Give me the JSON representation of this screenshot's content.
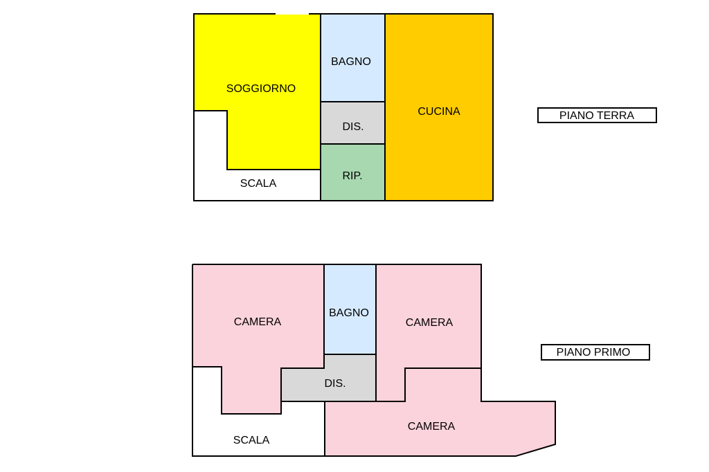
{
  "colors": {
    "soggiorno": "#ffff00",
    "cucina": "#ffcc00",
    "bagno": "#d6eaff",
    "disimpegno": "#d9d9d9",
    "ripostiglio": "#a8d8b0",
    "camera": "#fbd3dc",
    "scala": "#ffffff",
    "wall": "#000000"
  },
  "ground_floor": {
    "title": "PIANO TERRA",
    "rooms": {
      "soggiorno": "SOGGIORNO",
      "bagno": "BAGNO",
      "dis": "DIS.",
      "cucina": "CUCINA",
      "rip": "RIP.",
      "scala": "SCALA"
    }
  },
  "first_floor": {
    "title": "PIANO PRIMO",
    "rooms": {
      "camera_1": "CAMERA",
      "bagno": "BAGNO",
      "camera_2": "CAMERA",
      "dis": "DIS.",
      "camera_3": "CAMERA",
      "scala": "SCALA"
    }
  }
}
